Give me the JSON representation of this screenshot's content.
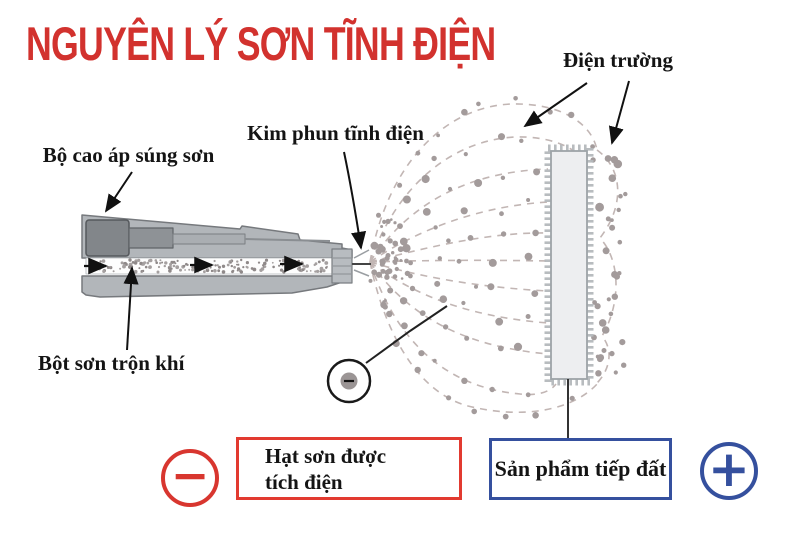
{
  "title": {
    "text": "NGUYÊN LÝ SƠN TĨNH ĐIỆN",
    "color": "#d2322e"
  },
  "labels": {
    "electric_field": "Điện trường",
    "spray_needle": "Kim phun tĩnh điện",
    "high_voltage_unit": "Bộ cao áp súng sơn",
    "powder_air_mix": "Bột sơn trộn khí"
  },
  "callouts": {
    "charged_particles": {
      "line1": "Hạt sơn được",
      "line2": "tích điện",
      "border_color": "#e23a30"
    },
    "grounded_product": {
      "text": "Sản phẩm tiếp đất",
      "border_color": "#35509e"
    }
  },
  "symbols": {
    "negative": "−",
    "positive": "+"
  },
  "colors": {
    "title_red": "#d2322e",
    "negative_red": "#d8362f",
    "positive_blue": "#35509e",
    "field_dash_gray": "#c2b6b4",
    "particle_dot_gray": "#a39b9b",
    "gun_body_gray": "#b2b6ba",
    "gun_dark_gray": "#82868a",
    "plate_fill": "#edeef0"
  }
}
